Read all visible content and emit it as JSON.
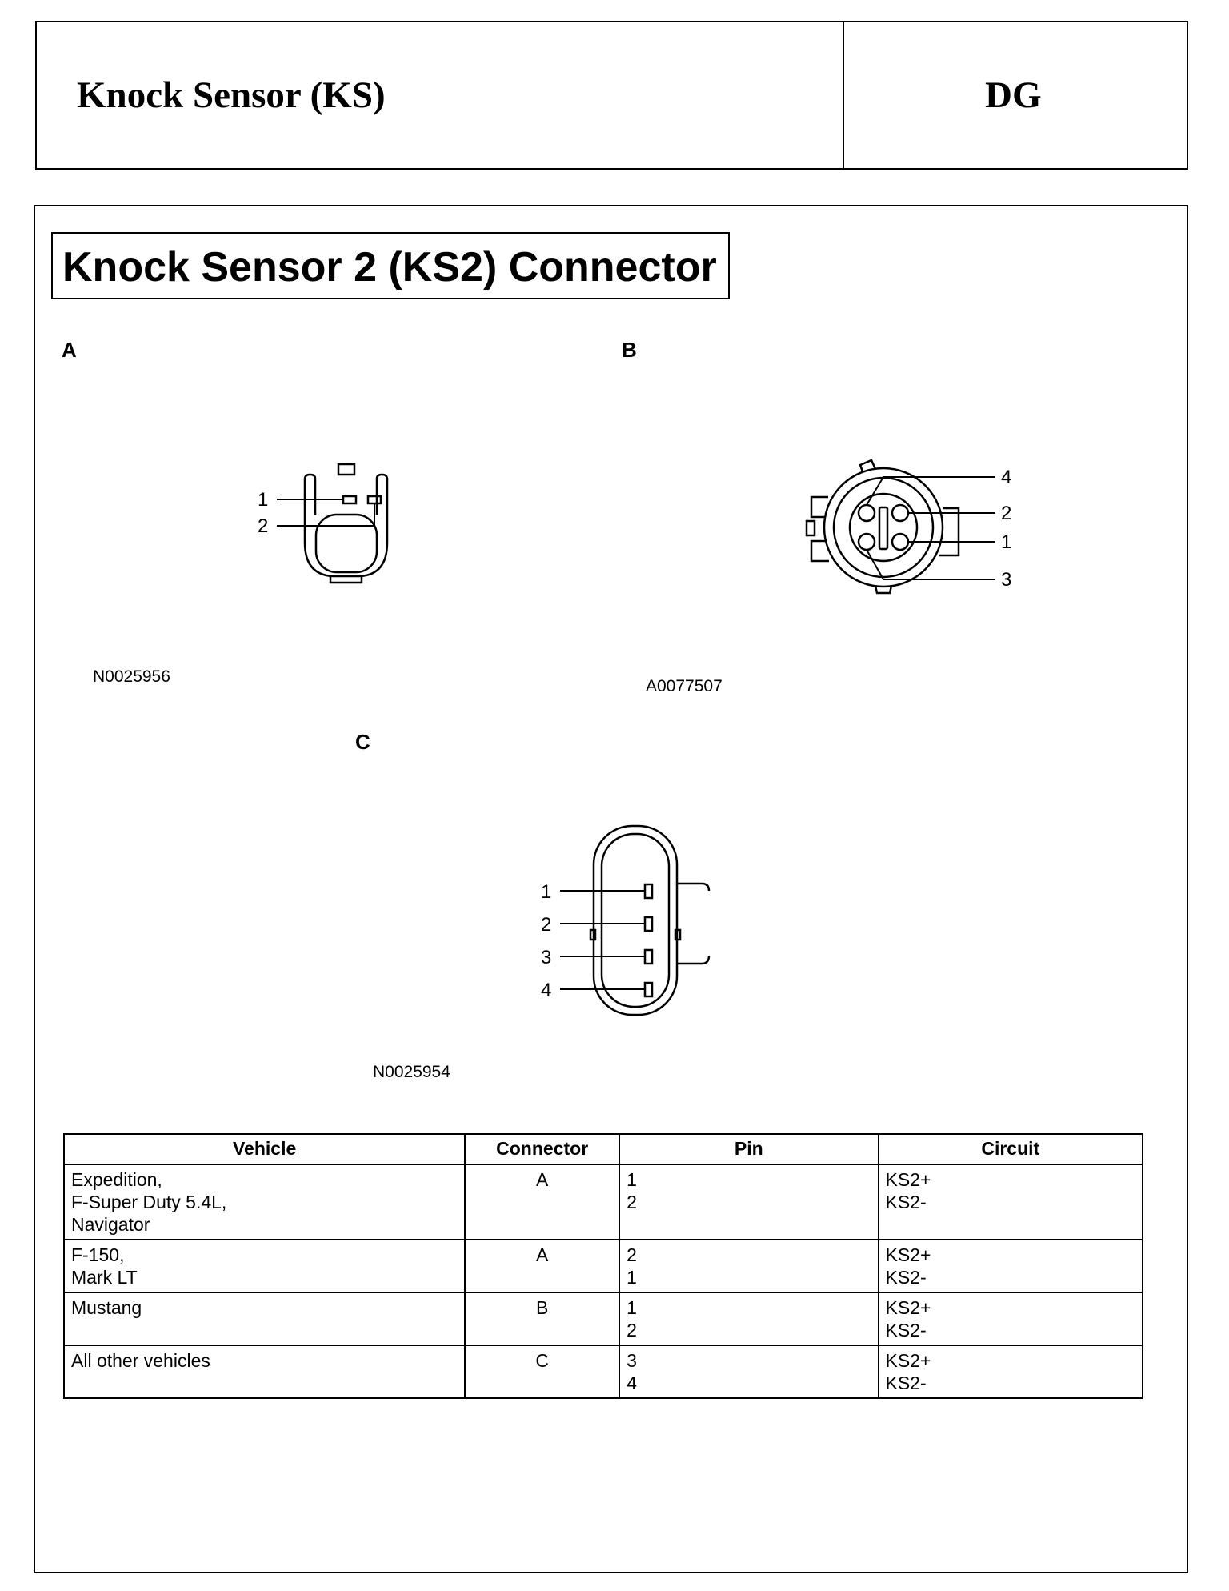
{
  "header": {
    "title": "Knock Sensor (KS)",
    "code": "DG"
  },
  "section_title": "Knock Sensor 2 (KS2) Connector",
  "connectors": {
    "a": {
      "letter": "A",
      "figure_id": "N0025956",
      "pins": [
        "1",
        "2"
      ]
    },
    "b": {
      "letter": "B",
      "figure_id": "A0077507",
      "pins": [
        "4",
        "2",
        "1",
        "3"
      ]
    },
    "c": {
      "letter": "C",
      "figure_id": "N0025954",
      "pins": [
        "1",
        "2",
        "3",
        "4"
      ]
    }
  },
  "table": {
    "headers": [
      "Vehicle",
      "Connector",
      "Pin",
      "Circuit"
    ],
    "rows": [
      {
        "vehicle": [
          "Expedition,",
          "F-Super Duty 5.4L,",
          "Navigator"
        ],
        "connector": "A",
        "pins": [
          "1",
          "2"
        ],
        "circuits": [
          "KS2+",
          "KS2-"
        ]
      },
      {
        "vehicle": [
          "F-150,",
          "Mark LT"
        ],
        "connector": "A",
        "pins": [
          "2",
          "1"
        ],
        "circuits": [
          "KS2+",
          "KS2-"
        ]
      },
      {
        "vehicle": [
          "Mustang"
        ],
        "connector": "B",
        "pins": [
          "1",
          "2"
        ],
        "circuits": [
          "KS2+",
          "KS2-"
        ]
      },
      {
        "vehicle": [
          "All other vehicles"
        ],
        "connector": "C",
        "pins": [
          "3",
          "4"
        ],
        "circuits": [
          "KS2+",
          "KS2-"
        ]
      }
    ]
  }
}
